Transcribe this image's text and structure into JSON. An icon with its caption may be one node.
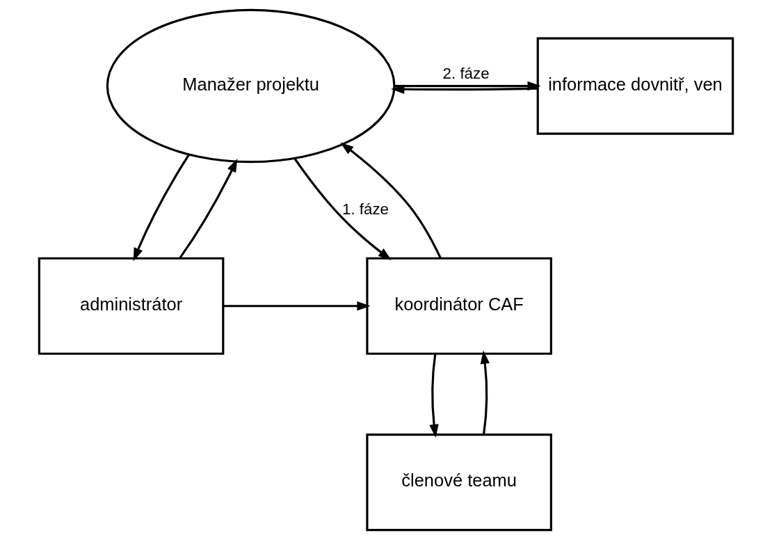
{
  "diagram": {
    "nodes": [
      {
        "text": [
          "Manažer projektu"
        ]
      },
      {
        "text": [
          "informace dovnitř, ven"
        ]
      },
      {
        "text": [
          "administrátor"
        ]
      },
      {
        "text": [
          "koordinátor CAF"
        ]
      },
      {
        "text": [
          "členové teamu"
        ]
      }
    ],
    "edges": [
      {
        "from": 1,
        "to": 0,
        "arrow": "to"
      },
      {
        "from": 0,
        "to": 1,
        "arrow": "to",
        "label": "2. fáze"
      },
      {
        "from": 0,
        "to": 2,
        "arrow": "to"
      },
      {
        "from": 2,
        "to": 0,
        "arrow": "to"
      },
      {
        "from": 3,
        "to": 0,
        "arrow": "to"
      },
      {
        "from": 0,
        "to": 3,
        "arrow": "to",
        "label": "1. fáze"
      },
      {
        "from": 2,
        "to": 3,
        "arrow": "to"
      },
      {
        "from": 4,
        "to": 3,
        "arrow": "to"
      },
      {
        "from": 3,
        "to": 4,
        "arrow": "to"
      }
    ]
  }
}
